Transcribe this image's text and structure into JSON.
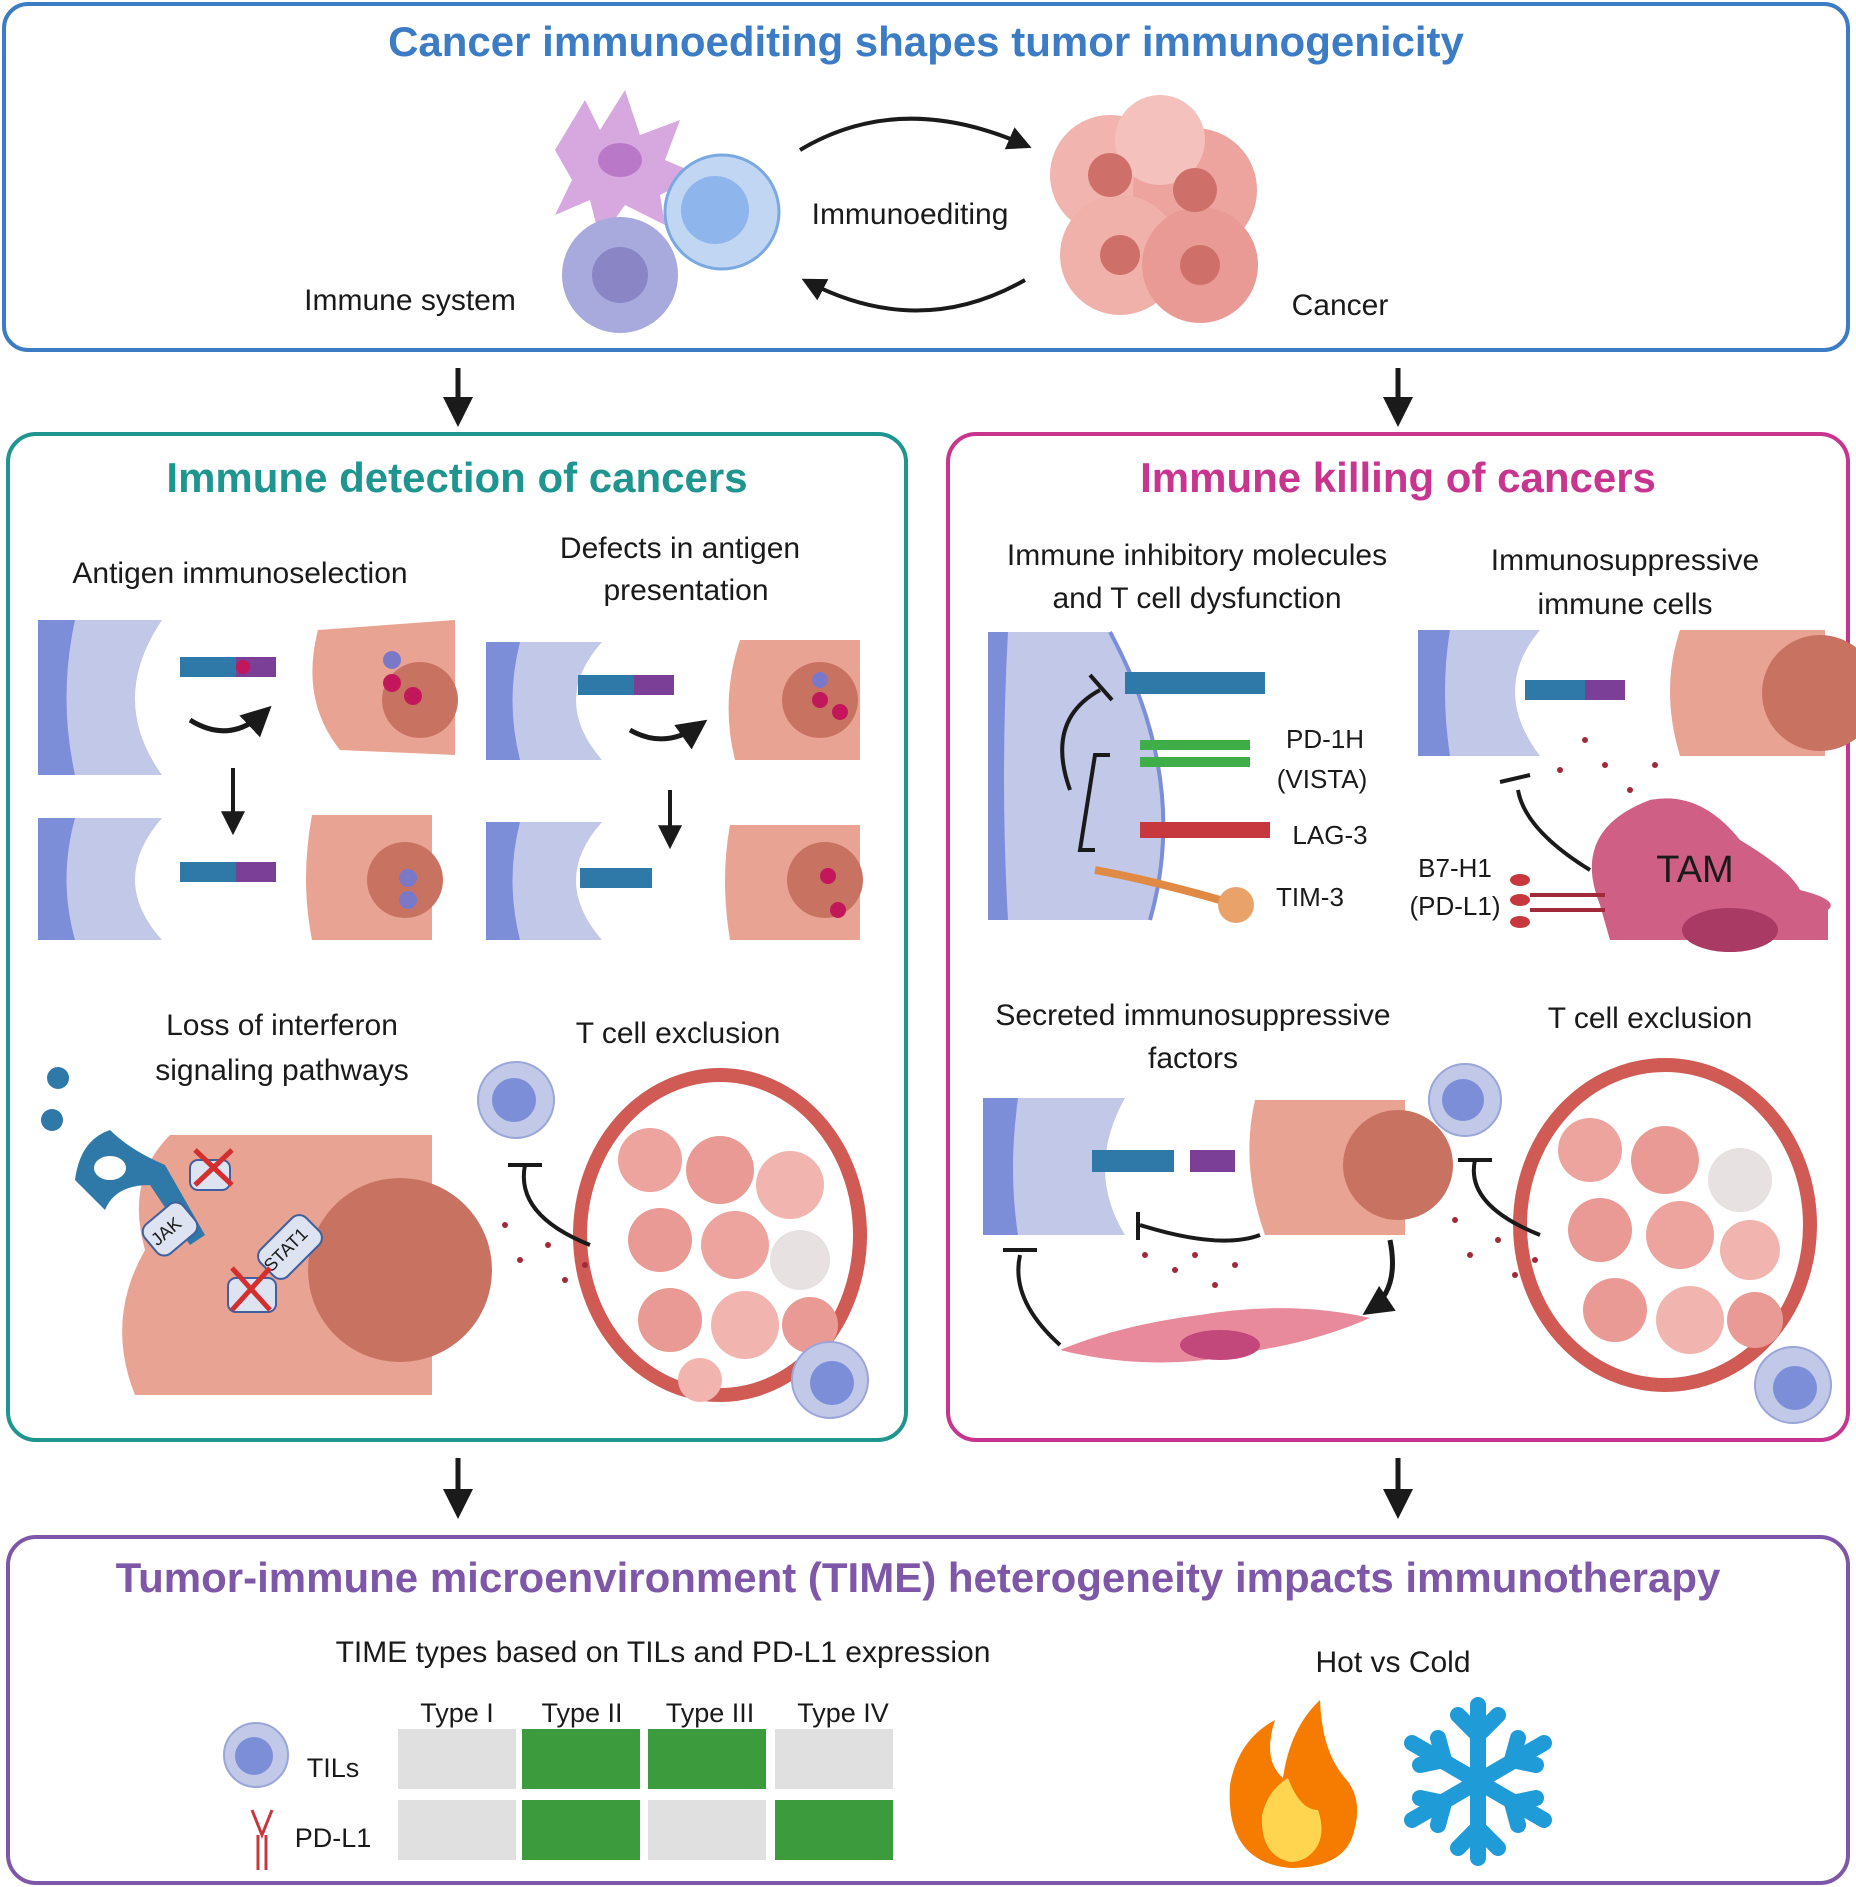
{
  "colors": {
    "top": "#3b7cc4",
    "detection": "#1f9590",
    "killing": "#c7358f",
    "time": "#7e57a8",
    "green_cell": "#3c9b3c",
    "grey_cell": "#e0e0e0",
    "immune_cell": "#c1c8e8",
    "immune_nucleus": "#7d8ed8",
    "tumor": "#e9a393",
    "tumor_nucleus": "#c87362",
    "flame": "#f57c00",
    "snowflake": "#1f9bd8"
  },
  "top": {
    "title": "Cancer immunoediting shapes tumor immunogenicity",
    "immune_system": "Immune system",
    "immunoediting": "Immunoediting",
    "cancer": "Cancer"
  },
  "detection": {
    "title": "Immune detection of cancers",
    "antigen_immunoselection": "Antigen immunoselection",
    "defects_line1": "Defects in antigen",
    "defects_line2": "presentation",
    "interferon_line1": "Loss of interferon",
    "interferon_line2": "signaling pathways",
    "exclusion": "T cell exclusion",
    "jak": "JAK",
    "stat1": "STAT1"
  },
  "killing": {
    "title": "Immune killing of cancers",
    "inhibitory_line1": "Immune inhibitory molecules",
    "inhibitory_line2": "and T cell dysfunction",
    "pd1h": "PD-1H",
    "vista": "(VISTA)",
    "lag3": "LAG-3",
    "tim3": "TIM-3",
    "suppressive_line1": "Immunosuppressive",
    "suppressive_line2": "immune cells",
    "b7h1": "B7-H1",
    "pdl1_paren": "(PD-L1)",
    "tam": "TAM",
    "secreted_line1": "Secreted immunosuppressive",
    "secreted_line2": "factors",
    "exclusion": "T cell exclusion"
  },
  "time": {
    "title": "Tumor-immune microenvironment (TIME) heterogeneity impacts immunotherapy",
    "subtitle": "TIME types based on TILs and PD-L1 expression",
    "hot_cold": "Hot vs Cold",
    "columns": [
      "Type I",
      "Type II",
      "Type III",
      "Type IV"
    ],
    "rows": [
      {
        "label": "TILs",
        "cells": [
          false,
          true,
          true,
          false
        ]
      },
      {
        "label": "PD-L1",
        "cells": [
          false,
          true,
          false,
          true
        ]
      }
    ]
  }
}
